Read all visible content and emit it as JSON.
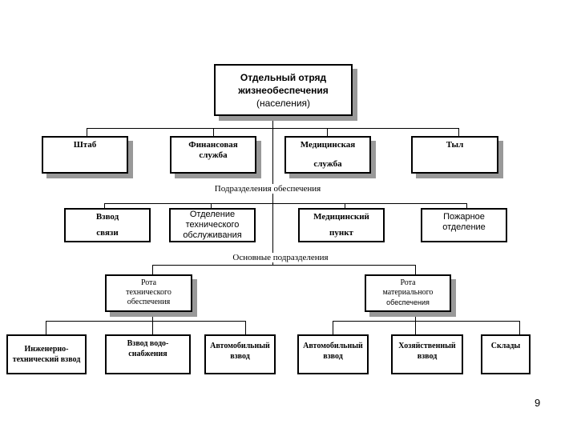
{
  "top": {
    "line1": "Отдельный отряд",
    "line2": "жизнеобеспечения",
    "line3": "(населения)"
  },
  "services": [
    {
      "a": "Штаб",
      "b": ""
    },
    {
      "a": "Финансовая",
      "b": "служба"
    },
    {
      "a": "Медицинская",
      "b": "служба"
    },
    {
      "a": "Тыл",
      "b": ""
    }
  ],
  "support_label": "Подразделения обеспечения",
  "support": [
    {
      "a": "Взвод",
      "b": "связи"
    },
    {
      "a": "Отделение технического обслуживания",
      "b": ""
    },
    {
      "a": "Медицинский",
      "b": "пункт"
    },
    {
      "a": "Пожарное отделение",
      "b": ""
    }
  ],
  "main_label": "Основные подразделения",
  "companies": [
    {
      "a": "Рота",
      "b": "технического обеспечения"
    },
    {
      "a": "Рота",
      "b": "материального",
      "c": "обеспечения"
    }
  ],
  "platoons": [
    "Инженерно-технический взвод",
    "Взвод водо-снабжения",
    "Автомобильный взвод",
    "Автомобильный взвод",
    "Хозяйственный взвод",
    "Склады"
  ],
  "page_number": "9"
}
